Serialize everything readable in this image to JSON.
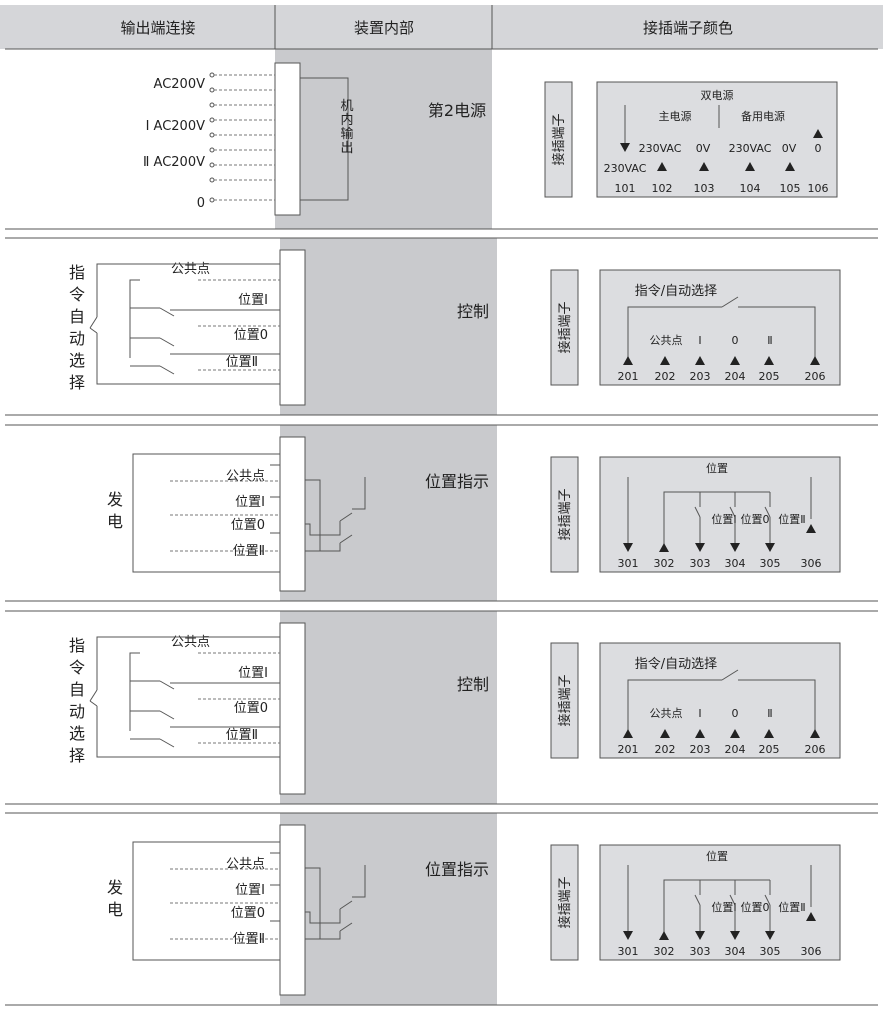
{
  "colors": {
    "header_bg": "#d5d6d9",
    "panel_bg": "#c9cacd",
    "box_bg": "#dcdde0",
    "line": "#555555",
    "text": "#222222"
  },
  "headers": [
    "输出端连接",
    "装置内部",
    "接插端子颜色"
  ],
  "socket_label": "接插端子",
  "rows": [
    {
      "type": "power",
      "inner_title": "第2电源",
      "vertical_label": "机内输出",
      "left_labels": [
        "AC200V",
        "Ⅰ AC200V",
        "Ⅱ AC200V",
        "0"
      ],
      "box": {
        "title": "双电源",
        "main_label": "主电源",
        "backup_label": "备用电源",
        "mid_labels": [
          "230VAC",
          "0V",
          "230VAC",
          "0V",
          "0"
        ],
        "low_label": "230VAC",
        "terminals": [
          "101",
          "102",
          "103",
          "104",
          "105",
          "106"
        ]
      }
    },
    {
      "type": "control",
      "inner_title": "控制",
      "side_label": [
        "指",
        "令",
        "自",
        "动",
        "选",
        "择"
      ],
      "left_labels": [
        "公共点",
        "位置Ⅰ",
        "位置0",
        "位置Ⅱ"
      ],
      "box": {
        "title": "指令/自动选择",
        "mid_labels": [
          "公共点",
          "Ⅰ",
          "0",
          "Ⅱ"
        ],
        "terminals": [
          "201",
          "202",
          "203",
          "204",
          "205",
          "206"
        ]
      }
    },
    {
      "type": "position",
      "inner_title": "位置指示",
      "side_label": [
        "发",
        "电"
      ],
      "left_labels": [
        "公共点",
        "位置Ⅰ",
        "位置0",
        "位置Ⅱ"
      ],
      "box": {
        "title": "位置",
        "mid_labels": [
          "位置Ⅰ",
          "位置0",
          "位置Ⅱ"
        ],
        "terminals": [
          "301",
          "302",
          "303",
          "304",
          "305",
          "306"
        ]
      }
    },
    {
      "type": "control",
      "inner_title": "控制",
      "side_label": [
        "指",
        "令",
        "自",
        "动",
        "选",
        "择"
      ],
      "left_labels": [
        "公共点",
        "位置Ⅰ",
        "位置0",
        "位置Ⅱ"
      ],
      "box": {
        "title": "指令/自动选择",
        "mid_labels": [
          "公共点",
          "Ⅰ",
          "0",
          "Ⅱ"
        ],
        "terminals": [
          "201",
          "202",
          "203",
          "204",
          "205",
          "206"
        ]
      }
    },
    {
      "type": "position",
      "inner_title": "位置指示",
      "side_label": [
        "发",
        "电"
      ],
      "left_labels": [
        "公共点",
        "位置Ⅰ",
        "位置0",
        "位置Ⅱ"
      ],
      "box": {
        "title": "位置",
        "mid_labels": [
          "位置Ⅰ",
          "位置0",
          "位置Ⅱ"
        ],
        "terminals": [
          "301",
          "302",
          "303",
          "304",
          "305",
          "306"
        ]
      }
    }
  ]
}
